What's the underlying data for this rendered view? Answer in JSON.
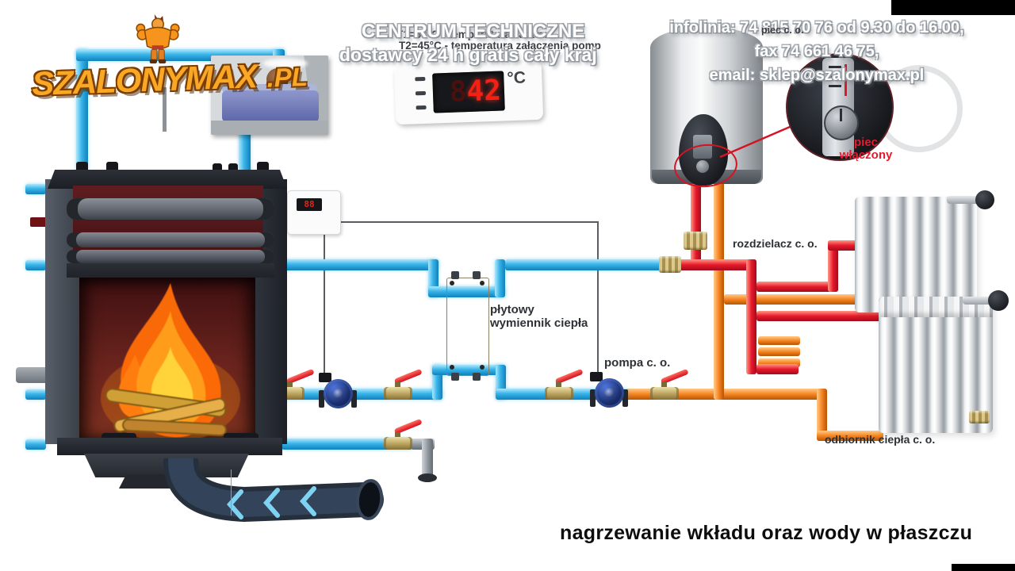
{
  "branding": {
    "logo_text": "SZALONYMAX",
    "logo_suffix": ".PL"
  },
  "header": {
    "outline_line1": "CENTRUM TECHNICZNE",
    "outline_line2": "dostawcy 24 h gratis cały kraj",
    "param_line1": "T1=60°C - temperatura zadana",
    "param_line2": "T2=45°C - temperatura załączenia pomp"
  },
  "contact": {
    "line1": "infolinia: 74 815 70 76 od 9.30 do 16.00,",
    "line2": "fax 74 661 46 75,",
    "line3": "email: sklep@szalonymax.pl"
  },
  "thermometer": {
    "ghost": "8",
    "value": "42",
    "unit": "°C"
  },
  "controller": {
    "display": "88"
  },
  "labels": {
    "boiler_small": "piec c. o.",
    "status_line1": "piec",
    "status_line2": "włączony",
    "manifold": "rozdzielacz c. o.",
    "hx_line1": "płytowy",
    "hx_line2": "wymiennik ciepła",
    "pump_co": "pompa c. o.",
    "heat_receiver": "odbiornik ciepła c. o.",
    "caption": "nagrzewanie wkładu oraz wody w płaszczu"
  },
  "colors": {
    "cold": "#2aaae2",
    "hot": "#e8192c",
    "return": "#f5821f",
    "status": "#e8192c",
    "logo": "#f9a825"
  }
}
